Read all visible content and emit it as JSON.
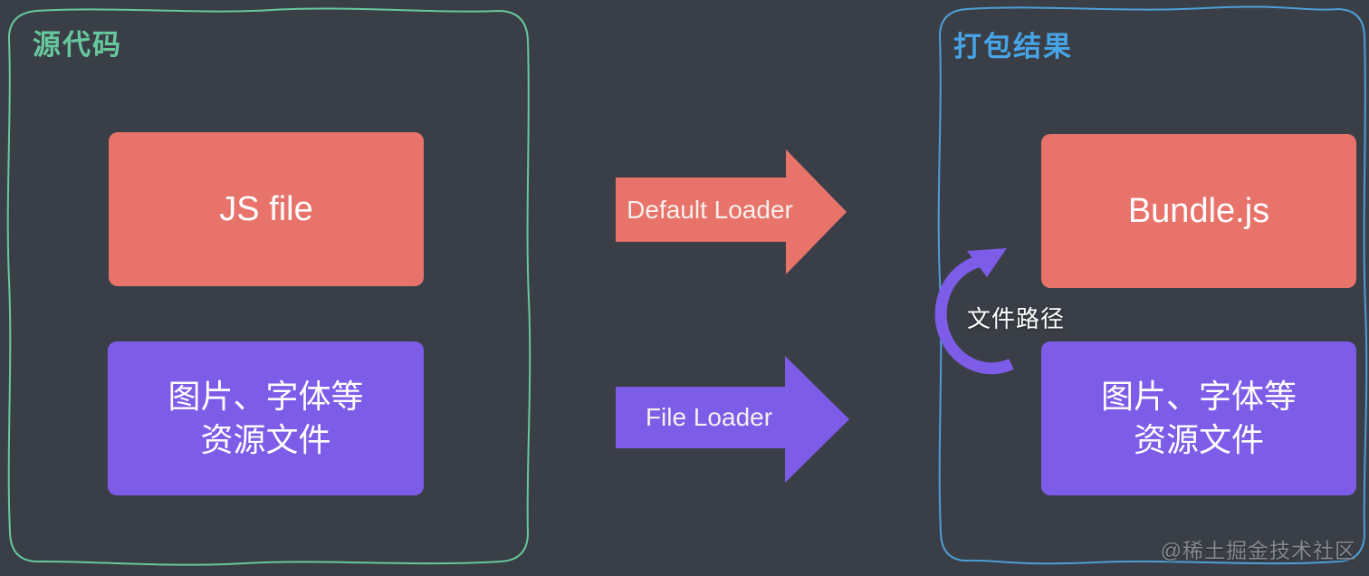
{
  "background_color": "#3a3f47",
  "source_group": {
    "title": "源代码",
    "border_color": "#67c89d",
    "boxes": [
      {
        "label": "JS file",
        "color": "#e8736b"
      },
      {
        "line1": "图片、字体等",
        "line2": "资源文件",
        "color": "#7d5ce8"
      }
    ]
  },
  "arrows": [
    {
      "label": "Default Loader",
      "color": "#e8736b",
      "direction": "right"
    },
    {
      "label": "File Loader",
      "color": "#7d5ce8",
      "direction": "right"
    }
  ],
  "output_group": {
    "title": "打包结果",
    "border_color": "#47a4e6",
    "boxes": [
      {
        "label": "Bundle.js",
        "color": "#e8736b"
      },
      {
        "line1": "图片、字体等",
        "line2": "资源文件",
        "color": "#7d5ce8"
      }
    ],
    "path_arrow": {
      "label": "文件路径",
      "color": "#7d5ce8"
    }
  },
  "watermark": "@稀土掘金技术社区"
}
